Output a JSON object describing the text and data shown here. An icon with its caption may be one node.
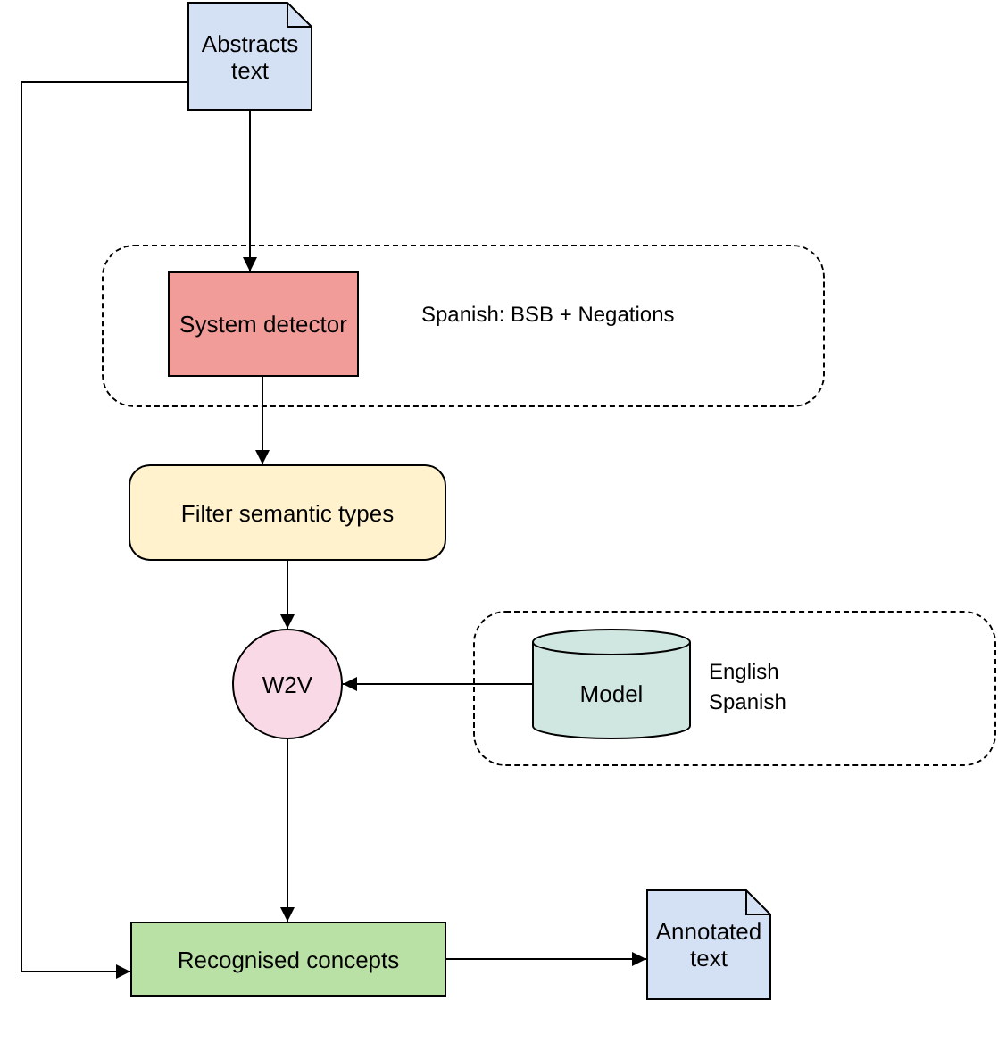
{
  "diagram": {
    "nodes": [
      {
        "text": [
          "Abstracts text"
        ]
      },
      {
        "text": [],
        "shape": "box"
      },
      {
        "text": [
          "System detector"
        ],
        "in": 1,
        "beside": [
          "Spanish: BSB + Negations"
        ]
      },
      {
        "text": [
          "Filter semantic types"
        ]
      },
      {
        "text": [
          "W2V"
        ]
      },
      {
        "text": [],
        "shape": "box"
      },
      {
        "text": [
          "Model"
        ],
        "in": 5,
        "beside": [
          "English",
          "Spanish"
        ]
      },
      {
        "text": [
          "Recognised concepts"
        ]
      },
      {
        "text": [
          "Annotated text"
        ]
      }
    ],
    "edges": [
      {
        "from": 0,
        "to": 2,
        "arrow": "to"
      },
      {
        "from": 0,
        "to": 7,
        "arrow": "to"
      },
      {
        "from": 2,
        "to": 3,
        "arrow": "to"
      },
      {
        "from": 3,
        "to": 4,
        "arrow": "to"
      },
      {
        "from": 6,
        "to": 4,
        "arrow": "to"
      },
      {
        "from": 4,
        "to": 7,
        "arrow": "to"
      },
      {
        "from": 7,
        "to": 8,
        "arrow": "to"
      }
    ]
  }
}
